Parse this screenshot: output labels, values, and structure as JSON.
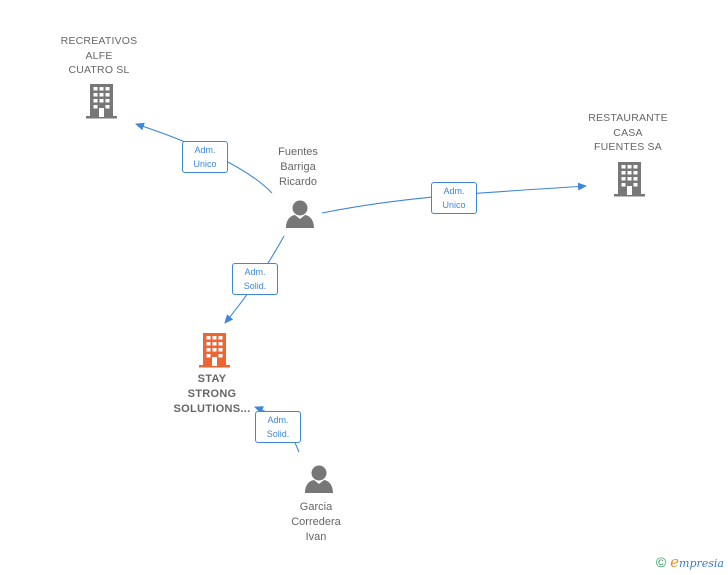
{
  "nodes": {
    "recreativos": {
      "lines": [
        "RECREATIVOS",
        "ALFE",
        "CUATRO SL"
      ]
    },
    "restaurante": {
      "lines": [
        "RESTAURANTE",
        "CASA",
        "FUENTES SA"
      ]
    },
    "fuentes": {
      "lines": [
        "Fuentes",
        "Barriga",
        "Ricardo"
      ]
    },
    "stay": {
      "lines": [
        "STAY",
        "STRONG",
        "SOLUTIONS..."
      ]
    },
    "garcia": {
      "lines": [
        "Garcia",
        "Corredera",
        "Ivan"
      ]
    }
  },
  "edges": [
    {
      "lines": [
        "Adm.",
        "Unico"
      ]
    },
    {
      "lines": [
        "Adm.",
        "Unico"
      ]
    },
    {
      "lines": [
        "Adm.",
        "Solid."
      ]
    },
    {
      "lines": [
        "Adm.",
        "Solid."
      ]
    }
  ],
  "colors": {
    "company": "#777777",
    "focus": "#ee6534",
    "person": "#777777",
    "edge": "#3d87d8"
  },
  "footer": {
    "copyright": "©",
    "brand_initial": "e",
    "brand_rest": "mpresia"
  }
}
